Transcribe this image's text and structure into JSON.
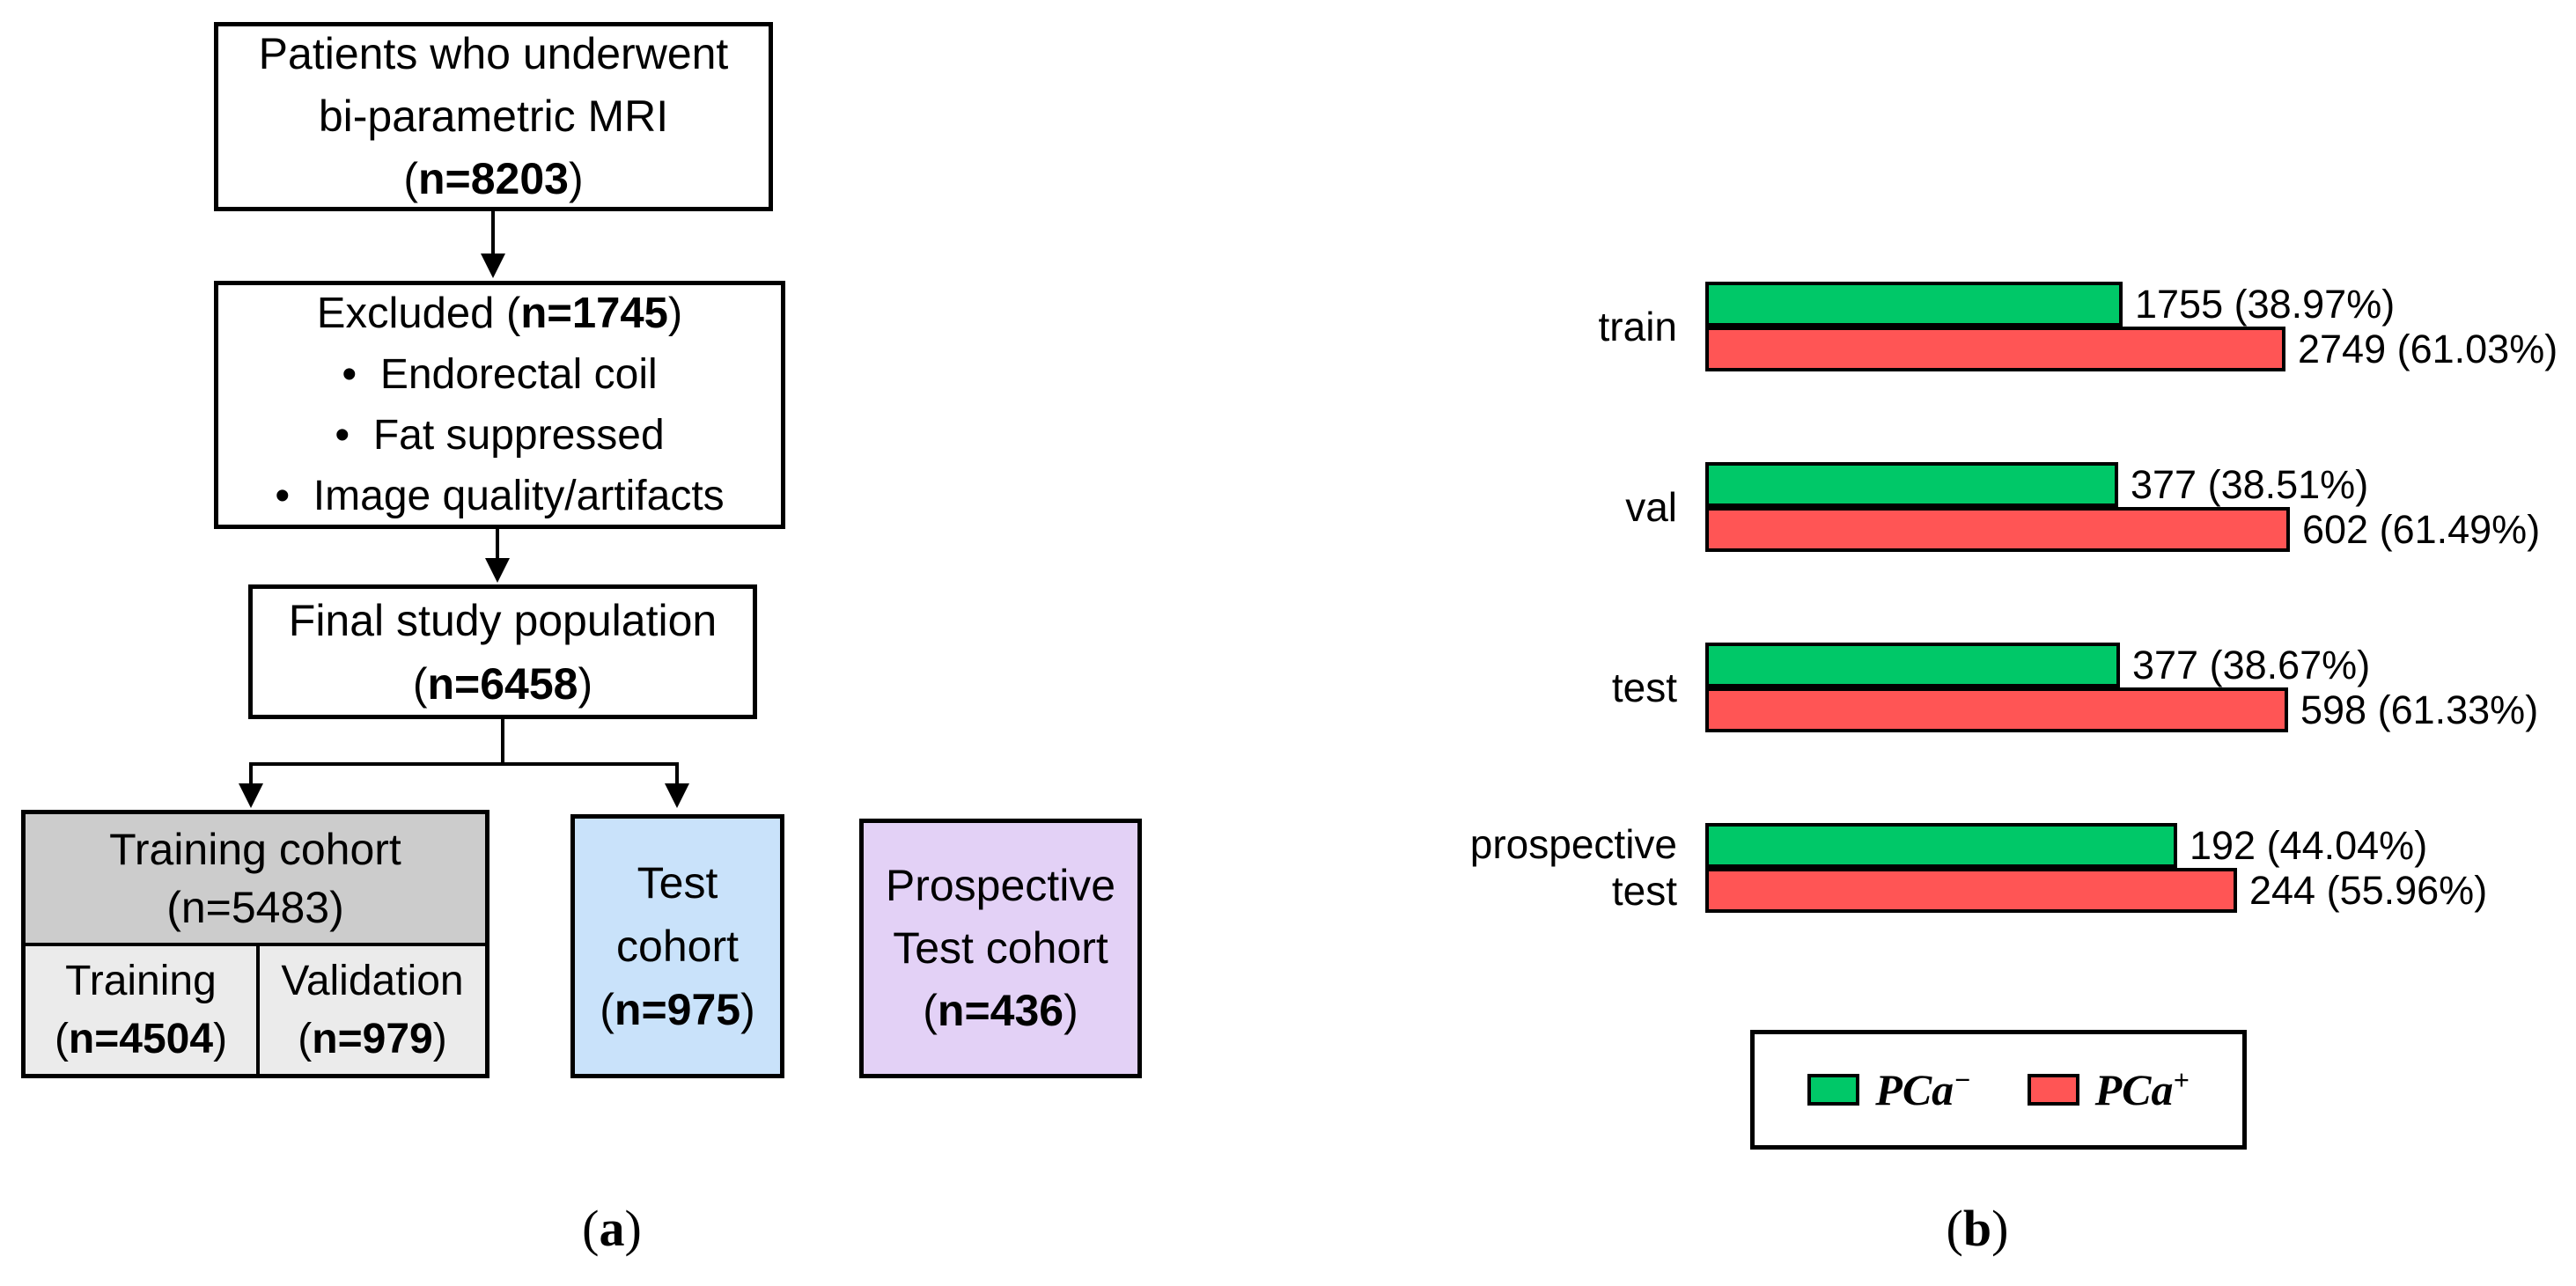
{
  "flowchart": {
    "colors": {
      "plain_box": "#ffffff",
      "training_header": "#cccccc",
      "training_cells": "#ebebeb",
      "test_box": "#c9e2fa",
      "prospective_box": "#e3d1f6",
      "border": "#000000"
    },
    "patients": {
      "line1": "Patients who underwent",
      "line2": "bi-parametric MRI",
      "n_open": "(",
      "n_value": "n=8203",
      "n_close": ")"
    },
    "excluded": {
      "title_pre": "Excluded (",
      "title_bold": "n=1745",
      "title_post": ")",
      "bullet_char": "•",
      "bullets": [
        "Endorectal coil",
        "Fat suppressed",
        "Image quality/artifacts"
      ]
    },
    "final": {
      "line1": "Final study population",
      "n_open": "(",
      "n_value": "n=6458",
      "n_close": ")"
    },
    "training_cohort": {
      "title": "Training cohort",
      "subtitle": "(n=5483)",
      "cells": [
        {
          "label": "Training",
          "n_open": "(",
          "n_value": "n=4504",
          "n_close": ")"
        },
        {
          "label": "Validation",
          "n_open": "(",
          "n_value": "n=979",
          "n_close": ")"
        }
      ]
    },
    "test_cohort": {
      "line1": "Test",
      "line2": "cohort",
      "n_open": "(",
      "n_value": "n=975",
      "n_close": ")"
    },
    "prospective_cohort": {
      "line1": "Prospective",
      "line2": "Test cohort",
      "n_open": "(",
      "n_value": "n=436",
      "n_close": ")"
    }
  },
  "chart_data": {
    "type": "bar",
    "orientation": "horizontal",
    "grid": false,
    "axes_visible": false,
    "categories": [
      [
        "train"
      ],
      [
        "val"
      ],
      [
        "test"
      ],
      [
        "prospective",
        "test"
      ]
    ],
    "series": [
      {
        "name": "PCa-",
        "color": "#00c868",
        "values": [
          1755,
          377,
          377,
          192
        ],
        "percents": [
          38.97,
          38.51,
          38.67,
          44.04
        ]
      },
      {
        "name": "PCa+",
        "color": "#ff5555",
        "values": [
          2749,
          602,
          598,
          244
        ],
        "percents": [
          61.03,
          61.49,
          61.33,
          55.96
        ]
      }
    ],
    "bar_labels": [
      [
        "1755 (38.97%)",
        "2749 (61.03%)"
      ],
      [
        "377 (38.51%)",
        "602 (61.49%)"
      ],
      [
        "377 (38.67%)",
        "598 (61.33%)"
      ],
      [
        "192 (44.04%)",
        "244 (55.96%)"
      ]
    ],
    "legend": {
      "position": "bottom",
      "items": [
        {
          "base": "PCa",
          "sup": "−",
          "color": "#00c868"
        },
        {
          "base": "PCa",
          "sup": "+",
          "color": "#ff5555"
        }
      ]
    }
  },
  "captions": {
    "a_open": "(",
    "a_letter": "a",
    "a_close": ")",
    "b_open": "(",
    "b_letter": "b",
    "b_close": ")"
  }
}
